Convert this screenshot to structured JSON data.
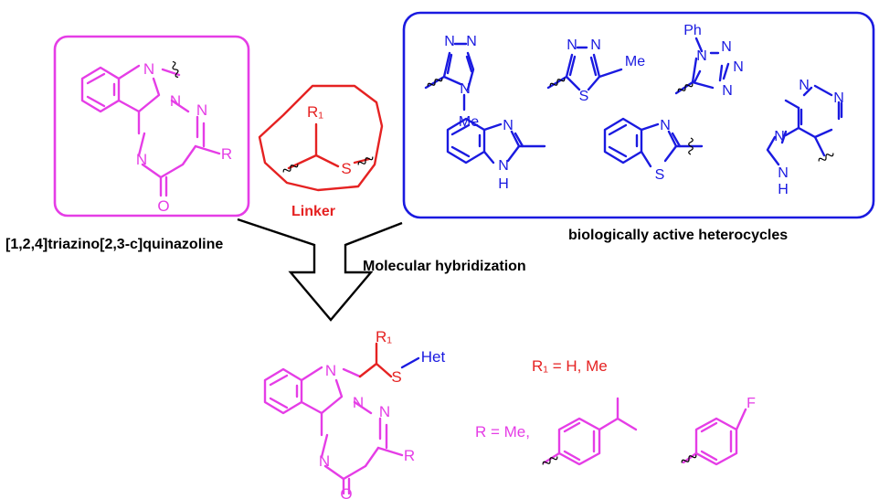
{
  "colors": {
    "scaffold": "#e53de6",
    "heterocycle": "#1a1ae0",
    "linker": "#e52222",
    "text": "#000000"
  },
  "labels": {
    "scaffold_name": "[1,2,4]triazino[2,3-c]quinazoline",
    "linker": "Linker",
    "heterocycles_caption": "biologically active heterocycles",
    "hybridization": "Molecular hybridization",
    "r1_values": "R₁ = H, Me",
    "r_values": "R = Me,"
  },
  "atoms": {
    "N": "N",
    "O": "O",
    "R": "R",
    "R1": "R₁",
    "S": "S",
    "Me": "Me",
    "Ph": "Ph",
    "NH": "NH",
    "H": "H",
    "F": "F",
    "Het": "Het"
  }
}
